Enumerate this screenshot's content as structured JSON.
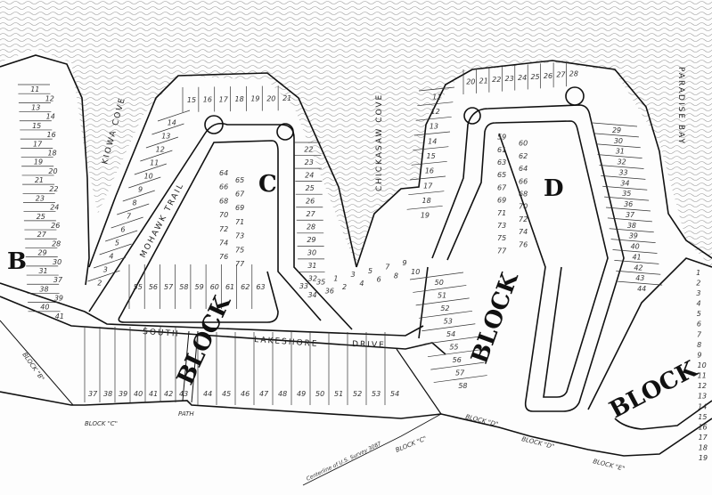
{
  "map": {
    "features": {
      "kiowa_cove": "KIOWA COVE",
      "mohawk_trail": "MOHAWK TRAIL",
      "chickasaw_cove": "CHICKASAW COVE",
      "paradise_bay": "PARADISE BAY",
      "south": "SOUTH",
      "lakeshore": "LAKESHORE",
      "drive": "DRIVE",
      "path": "PATH"
    },
    "blocks": {
      "b": "B",
      "c_big": "BLOCK",
      "c_letter": "C",
      "d_big": "BLOCK",
      "d_letter": "D",
      "e_big": "BLOCK",
      "bottom_c_left": "BLOCK \"C\"",
      "bottom_c": "BLOCK \"C\"",
      "bottom_d": "BLOCK \"D\"",
      "bottom_d2": "BLOCK \"D\"",
      "bottom_e": "BLOCK \"E\"",
      "bottom_b": "BLOCK \"B\""
    },
    "survey_note": "Centerline of U.S. Survey 3087",
    "lots": {
      "bottom_left": [
        "37",
        "38",
        "39",
        "40",
        "41",
        "42",
        "43"
      ],
      "bottom_right": [
        "44",
        "45",
        "46",
        "47",
        "48",
        "49",
        "50",
        "51",
        "52",
        "53",
        "54"
      ],
      "c_inner_bottom": [
        "55",
        "56",
        "57",
        "58",
        "59",
        "60",
        "61",
        "62",
        "63"
      ],
      "c_right": [
        "22",
        "23",
        "24",
        "25",
        "26",
        "27",
        "28",
        "29",
        "30",
        "31",
        "32"
      ],
      "c_top": [
        "15",
        "16",
        "17",
        "18",
        "19",
        "20",
        "21"
      ],
      "c_left": [
        "14",
        "13",
        "12",
        "11",
        "10",
        "9",
        "8",
        "7",
        "6",
        "5",
        "4",
        "3",
        "2"
      ],
      "c_center": [
        "64",
        "65",
        "66",
        "67",
        "68",
        "69",
        "70",
        "71",
        "72",
        "73",
        "74",
        "75",
        "76",
        "77"
      ],
      "near_drive": [
        "33",
        "34",
        "35",
        "36",
        "1",
        "2",
        "3",
        "4",
        "5",
        "6",
        "7",
        "8",
        "9",
        "10"
      ],
      "d_left": [
        "11",
        "12",
        "13",
        "14",
        "15",
        "16",
        "17",
        "18",
        "19"
      ],
      "d_top": [
        "20",
        "21",
        "22",
        "23",
        "24",
        "25",
        "26",
        "27",
        "28"
      ],
      "d_right": [
        "29",
        "30",
        "31",
        "32",
        "33",
        "34",
        "35",
        "36",
        "37",
        "38",
        "39",
        "40",
        "41",
        "42",
        "43",
        "44"
      ],
      "d_inner": [
        "59",
        "60",
        "61",
        "62",
        "63",
        "64",
        "65",
        "66",
        "67",
        "68",
        "69",
        "70",
        "71",
        "72",
        "73",
        "74",
        "75",
        "76",
        "77"
      ],
      "d_lower": [
        "50",
        "51",
        "52",
        "53",
        "54",
        "55",
        "56",
        "57",
        "58"
      ],
      "e_lots": [
        "1",
        "2",
        "3",
        "4",
        "5",
        "6",
        "7",
        "8",
        "9",
        "10",
        "11",
        "12",
        "13",
        "14",
        "15",
        "16",
        "17",
        "18",
        "19"
      ],
      "b_lots": [
        "11",
        "12",
        "13",
        "14",
        "15",
        "16",
        "17",
        "18",
        "19",
        "20",
        "21",
        "22",
        "23",
        "24",
        "25",
        "26",
        "27",
        "28",
        "29",
        "30",
        "31",
        "37",
        "38",
        "39",
        "40",
        "41"
      ]
    }
  }
}
